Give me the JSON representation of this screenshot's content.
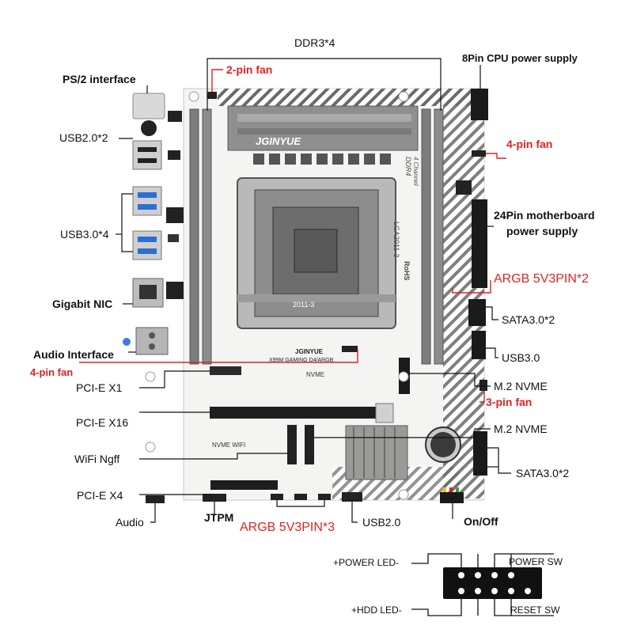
{
  "labels": {
    "ddr3": "DDR3*4",
    "cpu_power": "8Pin CPU power supply",
    "fan_2pin": "2-pin fan",
    "ps2": "PS/2 interface",
    "usb20_2": "USB2.0*2",
    "fan_4pin_right": "4-pin fan",
    "usb30_4": "USB3.0*4",
    "mb_power_line1": "24Pin motherboard",
    "mb_power_line2": "power supply",
    "argb_2": "ARGB 5V3PIN*2",
    "gigabit_nic": "Gigabit NIC",
    "sata_top": "SATA3.0*2",
    "audio_interface": "Audio Interface",
    "usb30_header": "USB3.0",
    "fan_4pin_left": "4-pin fan",
    "m2_nvme_top": "M.2 NVME",
    "pcie_x1": "PCI-E X1",
    "fan_3pin": "3-pin fan",
    "pcie_x16": "PCI-E X16",
    "m2_nvme_bottom": "M.2 NVME",
    "wifi": "WiFi Ngff",
    "sata_bottom": "SATA3.0*2",
    "pcie_x4": "PCI-E X4",
    "audio": "Audio",
    "jtpm": "JTPM",
    "argb_3": "ARGB 5V3PIN*3",
    "usb20_header": "USB2.0",
    "onoff": "On/Off"
  },
  "board_print": {
    "brand": "JGINYUE",
    "brand_small": "JGINYUE",
    "model": "X99M GAMING D4/ARGB",
    "socket": "LGA2011-3",
    "socket_cover": "2011-3",
    "rohs": "RoHS",
    "ddr4": "DDR4",
    "channel": "4 Channel",
    "nvme": "NVME",
    "nvme_wifi": "NVME   WIFI"
  },
  "front_panel": {
    "power_led": "+POWER LED-",
    "power_sw": "POWER SW",
    "hdd_led": "+HDD LED-",
    "reset_sw": "RESET SW"
  },
  "colors": {
    "accent_red": "#e02222",
    "board_white": "#f4f4f2",
    "slot_gray": "#8a8a8a",
    "heatsink_gray": "#9a9a98"
  }
}
